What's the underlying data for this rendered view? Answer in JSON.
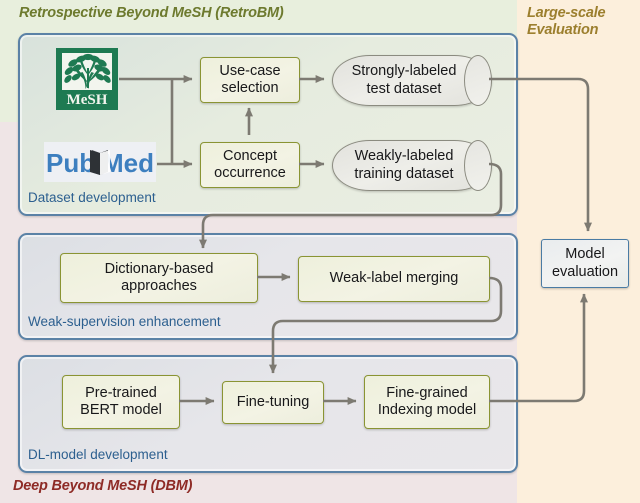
{
  "regions": {
    "retrobm_label": "Retrospective Beyond MeSH (RetroBM)",
    "dbm_label": "Deep Beyond MeSH (DBM)",
    "evaluation_label": "Large-scale\nEvaluation"
  },
  "panels": [
    {
      "id": "dataset-development",
      "label": "Dataset development"
    },
    {
      "id": "weak-supervision-enhancement",
      "label": "Weak-supervision enhancement"
    },
    {
      "id": "dl-model-development",
      "label": "DL-model development"
    }
  ],
  "nodes": {
    "mesh_logo_text": "MeSH",
    "pubmed_logo_text": "PubMed",
    "use_case_selection": "Use-case\nselection",
    "strongly_labeled_test_dataset": "Strongly-labeled\ntest dataset",
    "concept_occurrence": "Concept\noccurrence",
    "weakly_labeled_training_dataset": "Weakly-labeled\ntraining dataset",
    "dictionary_based_approaches": "Dictionary-based\napproaches",
    "weak_label_merging": "Weak-label merging",
    "pre_trained_bert_model": "Pre-trained\nBERT model",
    "fine_tuning": "Fine-tuning",
    "fine_grained_indexing_model": "Fine-grained\nIndexing model",
    "model_evaluation": "Model\nevaluation"
  },
  "colors": {
    "band_green": "#e8efdd",
    "band_pink": "#efe5e6",
    "band_cream": "#fcefdc",
    "panel_border": "#5b82a6",
    "panel_label": "#2c5f8f",
    "process_border": "#8a9433",
    "retrobm_text": "#6d7a2e",
    "dbm_text": "#8e2b26",
    "evaluation_text": "#9c7f2e",
    "arrow": "#7d7a72",
    "mesh_green": "#1e7a52",
    "pubmed_blue": "#3d7fbf"
  }
}
